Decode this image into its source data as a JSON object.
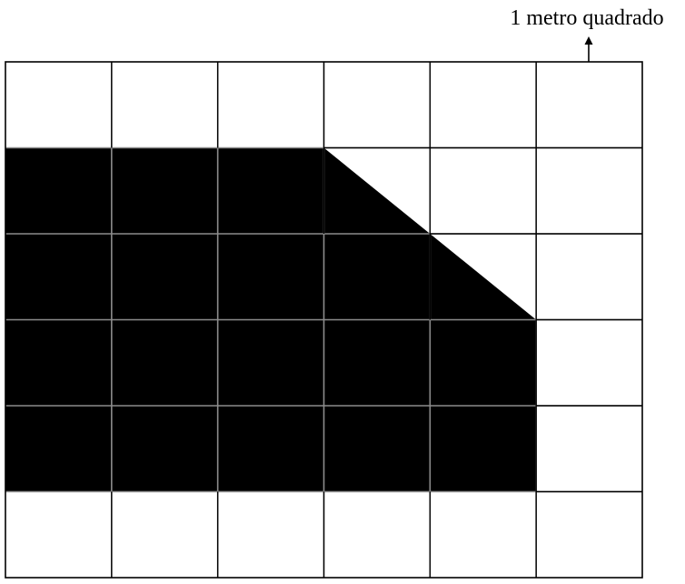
{
  "diagram": {
    "unit_label": "1 metro quadrado",
    "grid": {
      "columns": 6,
      "rows": 6
    },
    "shaded_region": [
      [
        0,
        1
      ],
      [
        3,
        1
      ],
      [
        5,
        3
      ],
      [
        5,
        5
      ],
      [
        0,
        5
      ]
    ],
    "colors": {
      "background": "#ffffff",
      "shaded": "#000000",
      "outline": "#000000",
      "inner_grid_light": "#8c8c8c"
    }
  }
}
